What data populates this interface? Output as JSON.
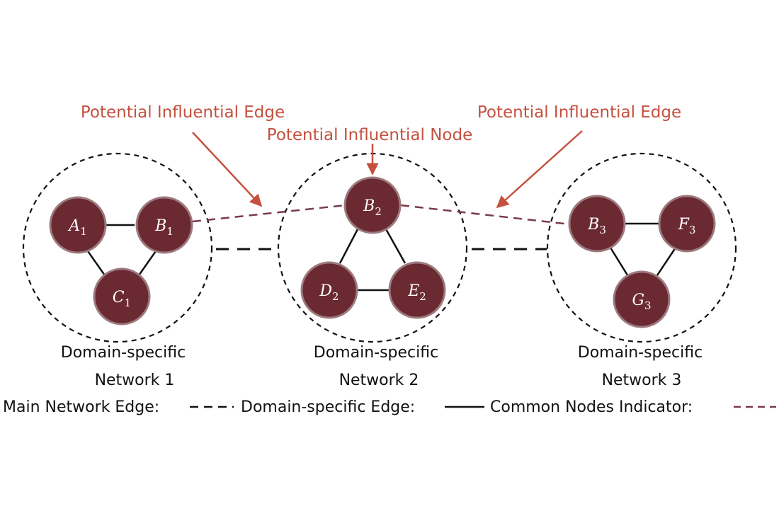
{
  "callouts": {
    "edge_left": "Potential Influential Edge",
    "node_center": "Potential Influential Node",
    "edge_right": "Potential Influential Edge"
  },
  "networks": [
    {
      "label_line1": "Domain-specific",
      "label_line2": "Network 1",
      "nodes": [
        {
          "letter": "A",
          "sub": "1"
        },
        {
          "letter": "B",
          "sub": "1"
        },
        {
          "letter": "C",
          "sub": "1"
        }
      ]
    },
    {
      "label_line1": "Domain-specific",
      "label_line2": "Network 2",
      "nodes": [
        {
          "letter": "B",
          "sub": "2"
        },
        {
          "letter": "D",
          "sub": "2"
        },
        {
          "letter": "E",
          "sub": "2"
        }
      ]
    },
    {
      "label_line1": "Domain-specific",
      "label_line2": "Network 3",
      "nodes": [
        {
          "letter": "B",
          "sub": "3"
        },
        {
          "letter": "F",
          "sub": "3"
        },
        {
          "letter": "G",
          "sub": "3"
        }
      ]
    }
  ],
  "legend": {
    "main_edge": "Main Network Edge:",
    "domain_edge": "Domain-specific Edge:",
    "common_nodes": "Common Nodes Indicator:"
  },
  "colors": {
    "node_fill": "#6b2a32",
    "node_stroke": "#9c7a7e",
    "callout": "#c4513f",
    "common_indicator": "#7a3a48",
    "edge": "#111111"
  }
}
